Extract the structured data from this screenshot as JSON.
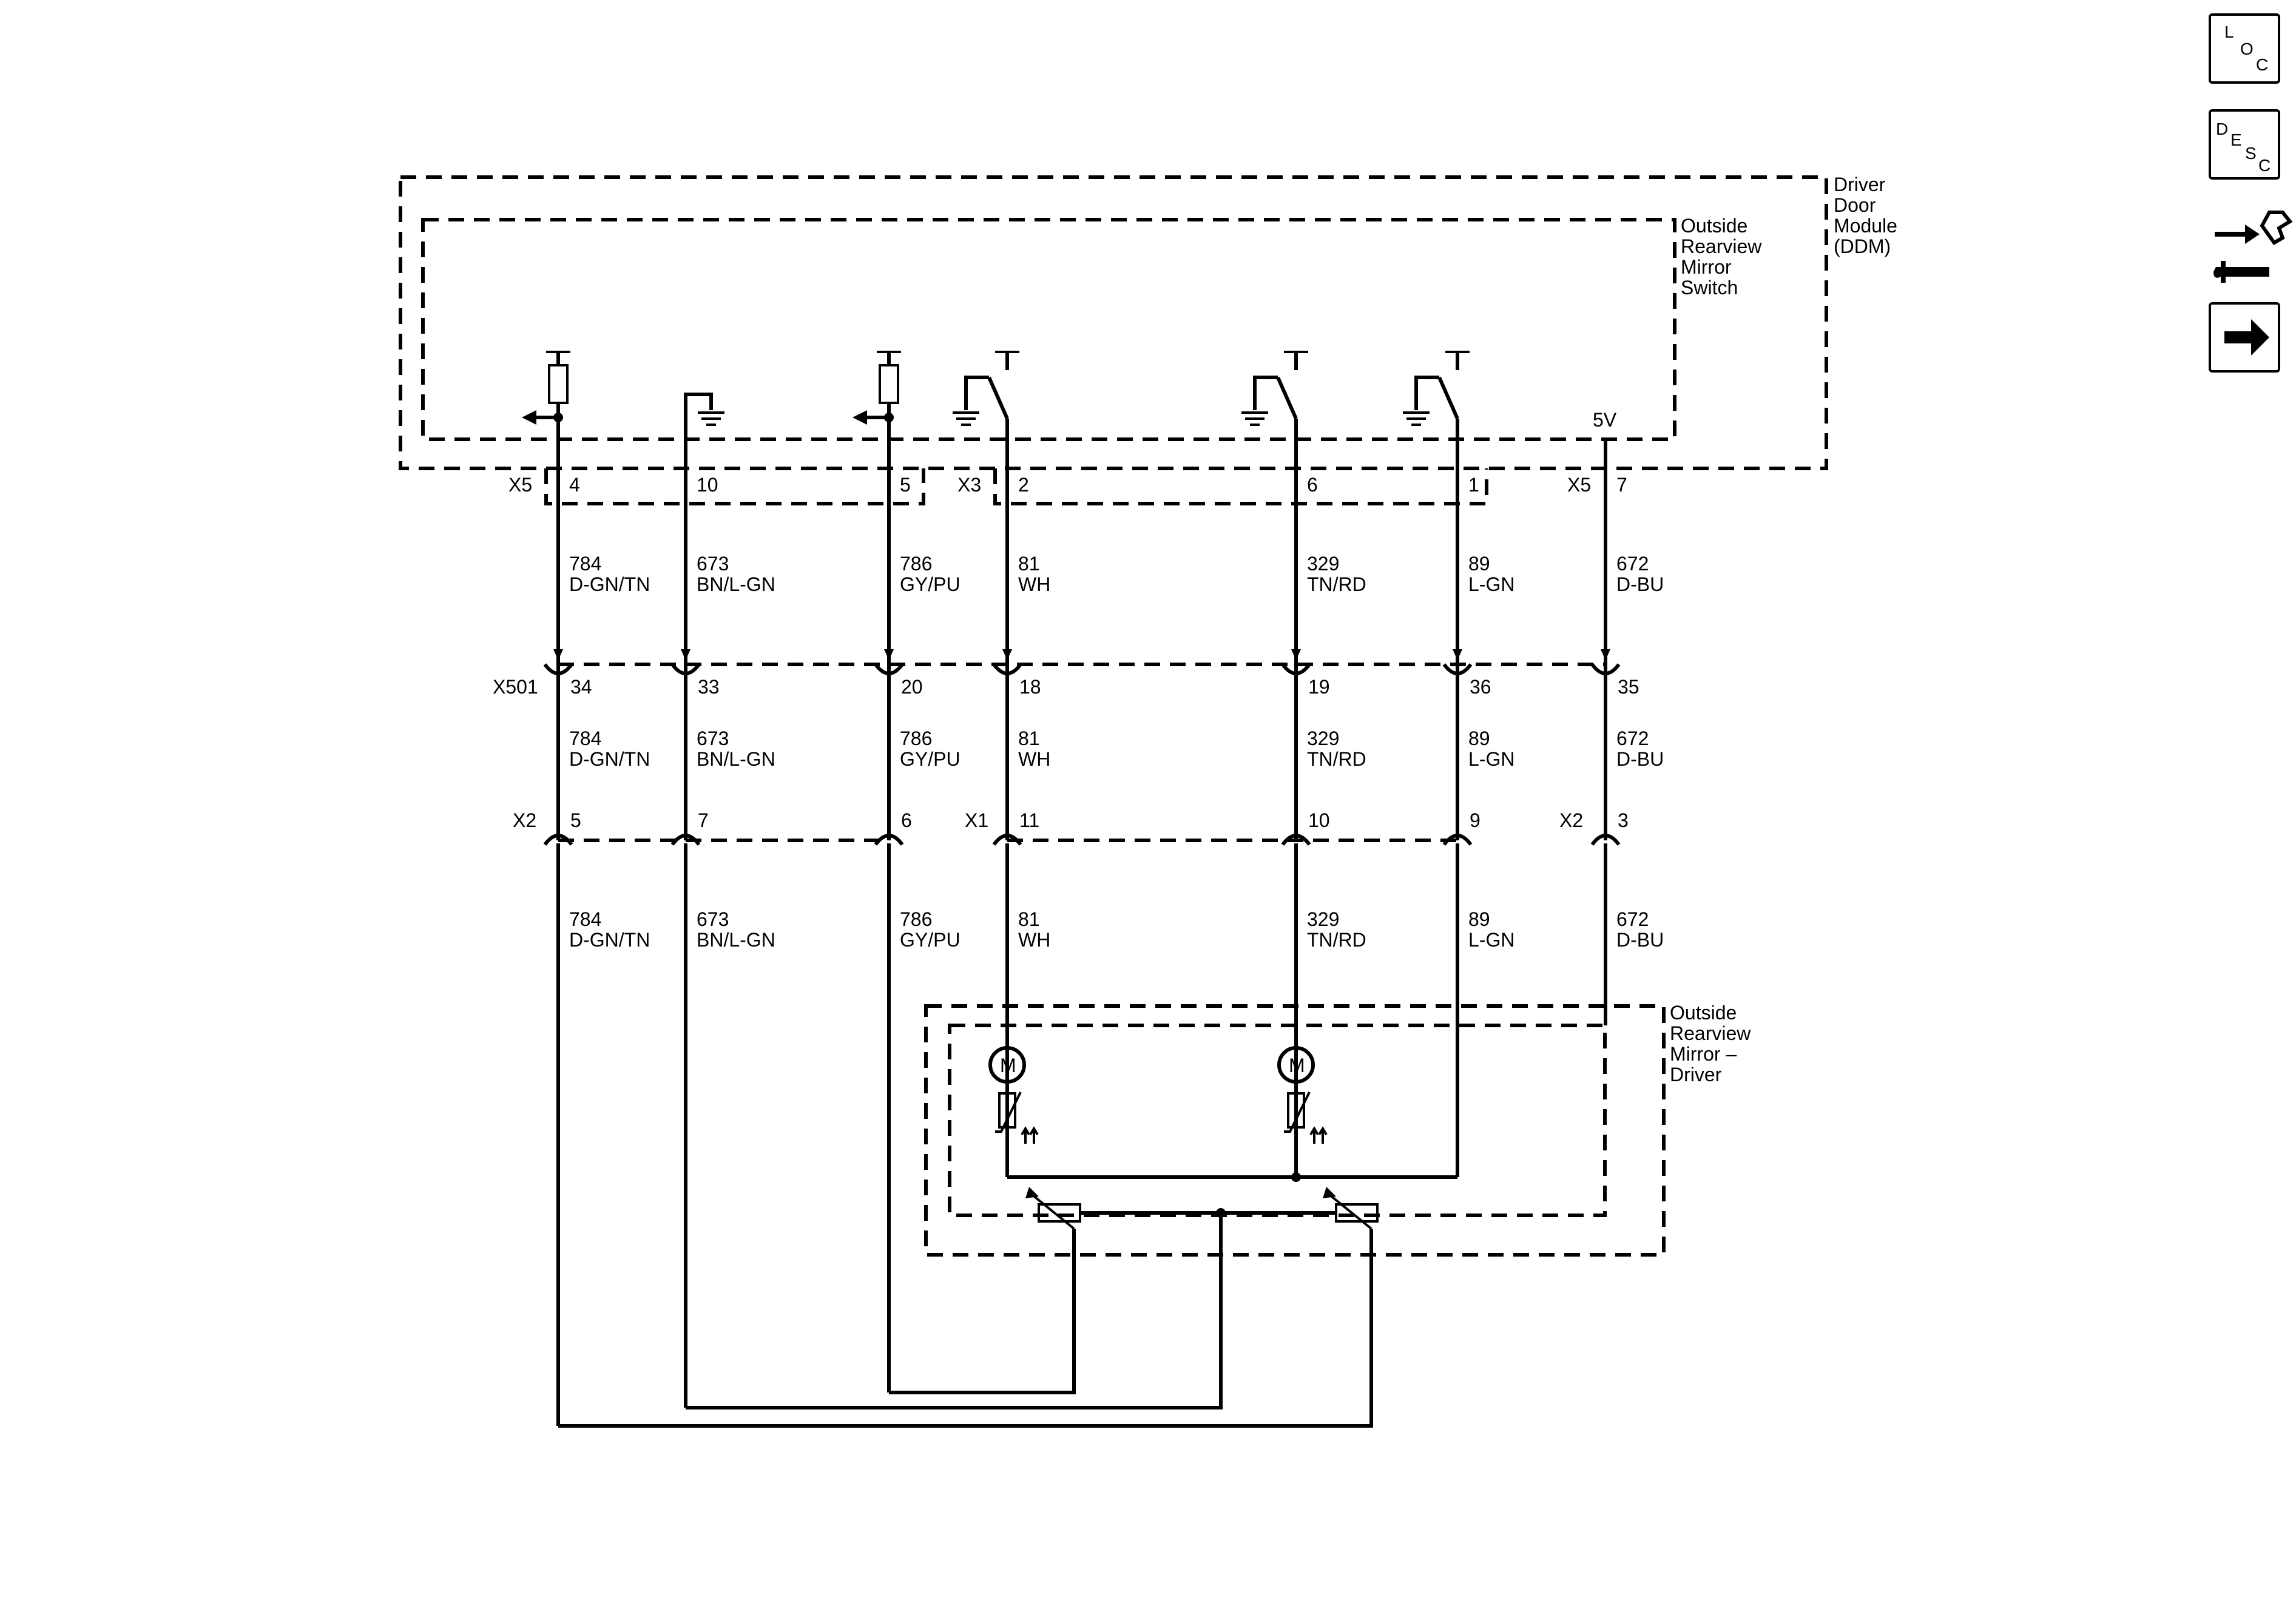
{
  "modules": {
    "ddm": [
      "Driver",
      "Door",
      "Module",
      "(DDM)"
    ],
    "switch": [
      "Outside",
      "Rearview",
      "Mirror",
      "Switch"
    ],
    "mirror": [
      "Outside",
      "Rearview",
      "Mirror –",
      "Driver"
    ]
  },
  "supply_label": "5V",
  "connectors": {
    "x5_left": "X5",
    "x3": "X3",
    "x5_right": "X5",
    "x501": "X501",
    "x2_left": "X2",
    "x1": "X1",
    "x2_right": "X2"
  },
  "circuits": [
    {
      "ddm_pin": "4",
      "x501_pin": "34",
      "bottom_pin": "5",
      "circuit": "784",
      "color": "D-GN/TN"
    },
    {
      "ddm_pin": "10",
      "x501_pin": "33",
      "bottom_pin": "7",
      "circuit": "673",
      "color": "BN/L-GN"
    },
    {
      "ddm_pin": "5",
      "x501_pin": "20",
      "bottom_pin": "6",
      "circuit": "786",
      "color": "GY/PU"
    },
    {
      "ddm_pin": "2",
      "x501_pin": "18",
      "bottom_pin": "11",
      "circuit": "81",
      "color": "WH"
    },
    {
      "ddm_pin": "6",
      "x501_pin": "19",
      "bottom_pin": "10",
      "circuit": "329",
      "color": "TN/RD"
    },
    {
      "ddm_pin": "1",
      "x501_pin": "36",
      "bottom_pin": "9",
      "circuit": "89",
      "color": "L-GN"
    },
    {
      "ddm_pin": "7",
      "x501_pin": "35",
      "bottom_pin": "3",
      "circuit": "672",
      "color": "D-BU"
    }
  ],
  "motor_symbol": "M",
  "side_icons": {
    "loc": [
      "L",
      "O",
      "C"
    ],
    "desc": [
      "D",
      "E",
      "S",
      "C"
    ]
  }
}
